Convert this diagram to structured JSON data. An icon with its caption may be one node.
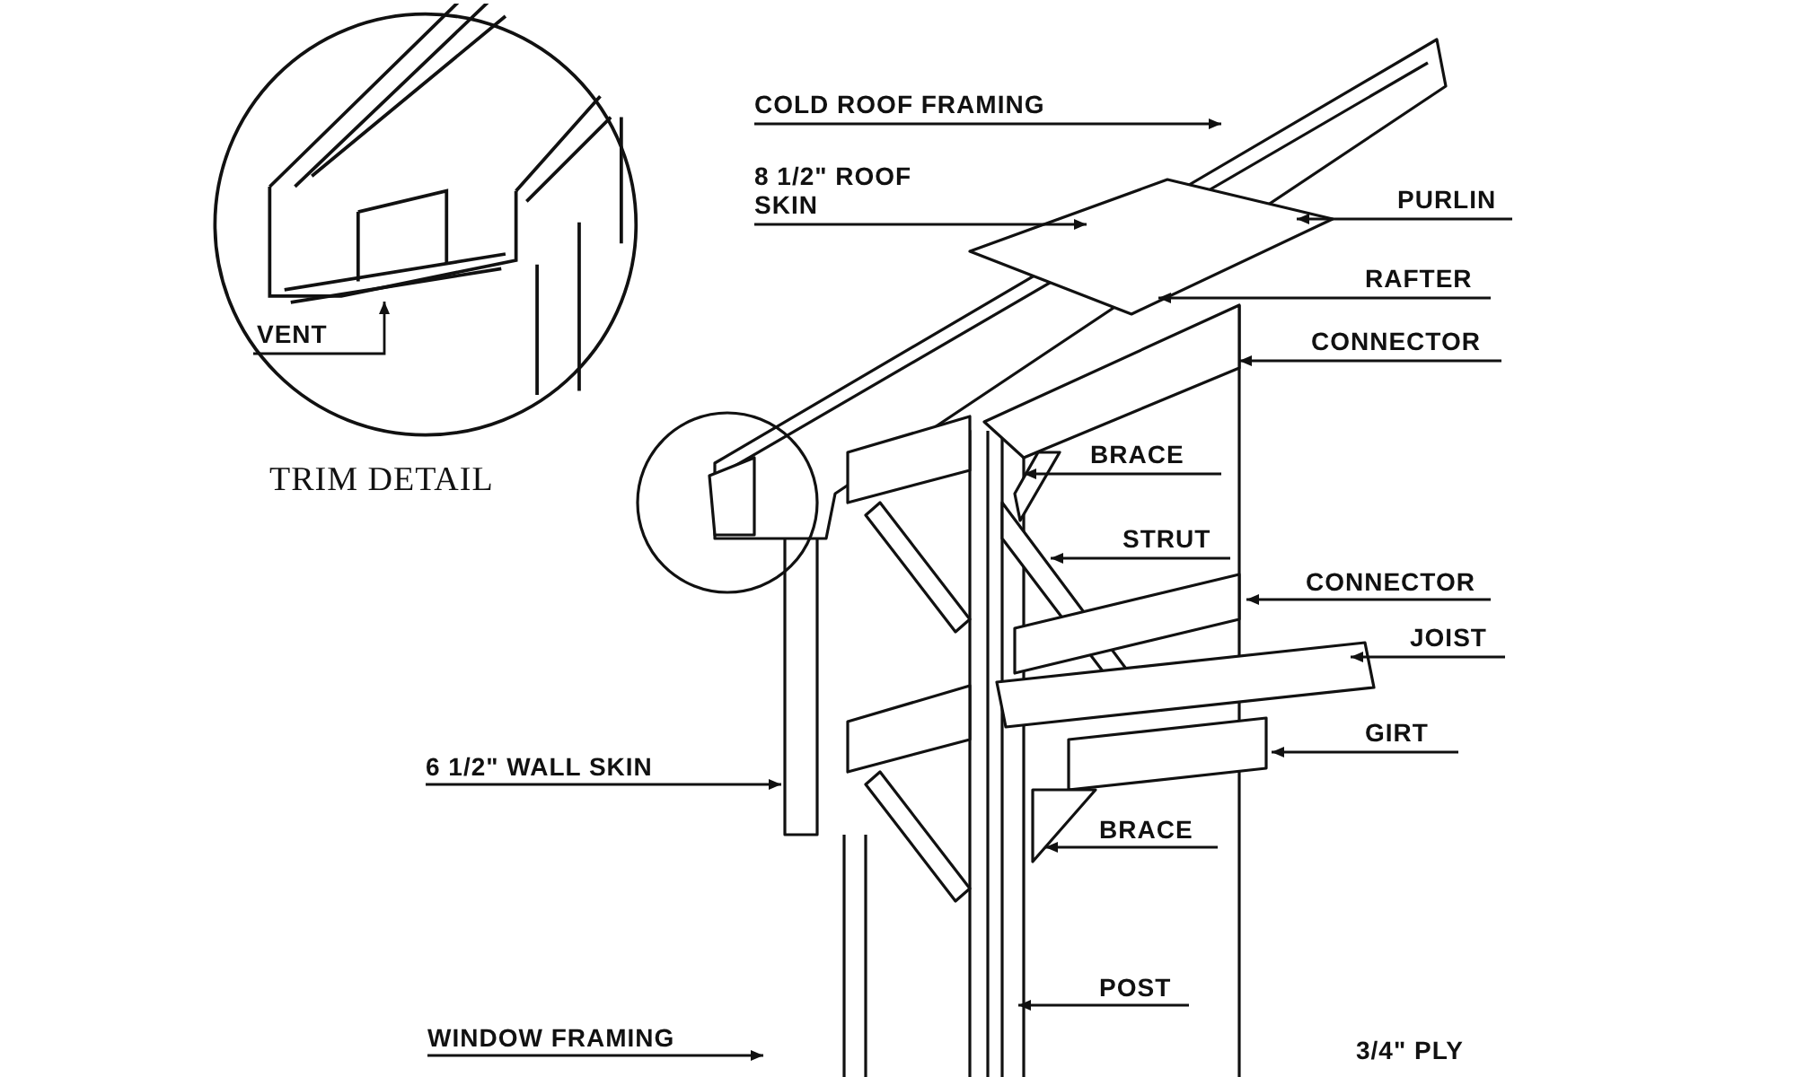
{
  "diagram": {
    "nodes": [
      {
        "text": [
          "TRIM DETAIL"
        ]
      },
      {
        "text": [
          "VENT"
        ],
        "in": 0
      },
      {
        "text": [
          "COLD ROOF FRAMING"
        ]
      },
      {
        "text": [
          "8 1/2\" ROOF SKIN"
        ]
      },
      {
        "text": [
          "PURLIN"
        ]
      },
      {
        "text": [
          "RAFTER"
        ]
      },
      {
        "text": [
          "CONNECTOR"
        ]
      },
      {
        "text": [
          "BRACE"
        ]
      },
      {
        "text": [
          "STRUT"
        ]
      },
      {
        "text": [
          "CONNECTOR"
        ]
      },
      {
        "text": [
          "JOIST"
        ]
      },
      {
        "text": [
          "GIRT"
        ]
      },
      {
        "text": [
          "6 1/2\" WALL SKIN"
        ]
      },
      {
        "text": [
          "BRACE"
        ]
      },
      {
        "text": [
          "POST"
        ]
      },
      {
        "text": [
          "WINDOW FRAMING"
        ]
      }
    ],
    "edges": [
      {
        "from": 1,
        "to": null,
        "arrow": "to"
      },
      {
        "from": 2,
        "to": null,
        "arrow": "to"
      },
      {
        "from": 3,
        "to": null,
        "arrow": "to"
      },
      {
        "from": 4,
        "to": null,
        "arrow": "to"
      },
      {
        "from": 5,
        "to": null,
        "arrow": "to"
      },
      {
        "from": 6,
        "to": null,
        "arrow": "to"
      },
      {
        "from": 7,
        "to": null,
        "arrow": "to"
      },
      {
        "from": 8,
        "to": null,
        "arrow": "to"
      },
      {
        "from": 9,
        "to": null,
        "arrow": "to"
      },
      {
        "from": 10,
        "to": null,
        "arrow": "to"
      },
      {
        "from": 11,
        "to": null,
        "arrow": "to"
      },
      {
        "from": 12,
        "to": null,
        "arrow": "to"
      },
      {
        "from": 13,
        "to": null,
        "arrow": "to"
      },
      {
        "from": 14,
        "to": null,
        "arrow": "to"
      },
      {
        "from": 15,
        "to": null,
        "arrow": "to"
      }
    ],
    "labels": [
      "3/4\" PLY"
    ]
  }
}
